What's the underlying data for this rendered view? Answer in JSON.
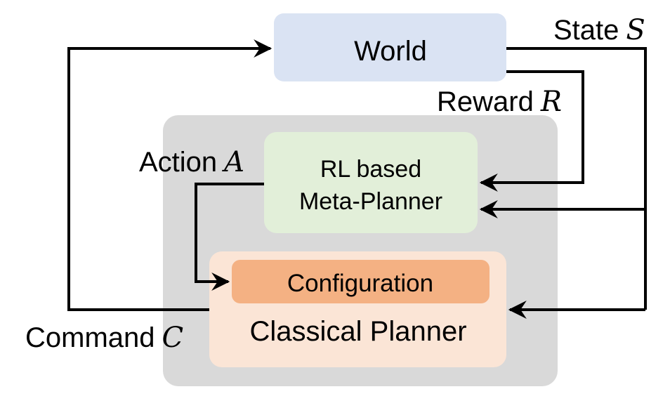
{
  "nodes": {
    "world": {
      "label": "World",
      "fill": "#dae3f3"
    },
    "meta_planner": {
      "line1": "RL based",
      "line2": "Meta-Planner",
      "fill": "#e2efd9"
    },
    "classical_planner": {
      "label": "Classical Planner",
      "fill": "#fbe5d6"
    },
    "configuration": {
      "label": "Configuration",
      "fill": "#f4b183"
    },
    "group": {
      "fill": "#d9d9d9"
    }
  },
  "edges": {
    "state": {
      "text": "State",
      "var": "S"
    },
    "reward": {
      "text": "Reward",
      "var": "R"
    },
    "action": {
      "text": "Action",
      "var": "A"
    },
    "command": {
      "text": "Command",
      "var": "C"
    }
  }
}
